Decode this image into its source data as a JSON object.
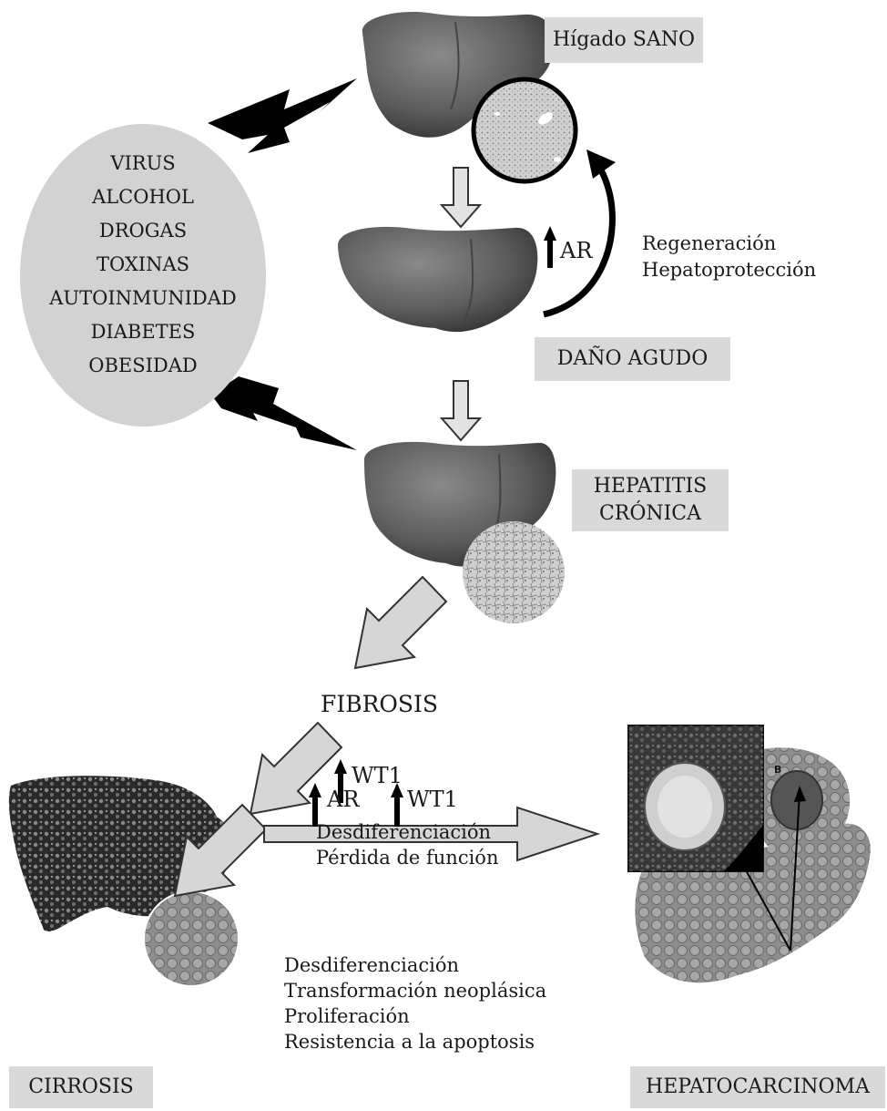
{
  "labels": {
    "healthy": "Hígado SANO",
    "acute": "DAÑO AGUDO",
    "chronic_line1": "HEPATITIS",
    "chronic_line2": "CRÓNICA",
    "cirrhosis": "CIRROSIS",
    "hcc": "HEPATOCARCINOMA"
  },
  "causes": [
    "VIRUS",
    "ALCOHOL",
    "DROGAS",
    "TOXINAS",
    "AUTOINMUNIDAD",
    "DIABETES",
    "OBESIDAD"
  ],
  "regeneration": {
    "marker": "AR",
    "lines": [
      "Regeneración",
      "Hepatoprotección"
    ]
  },
  "fibrosis": "FIBROSIS",
  "wt1_step": {
    "marker": "WT1",
    "lines": [
      "Desdiferenciación",
      "Pérdida de función"
    ]
  },
  "hcc_step": {
    "markers": [
      "AR",
      "WT1"
    ],
    "lines": [
      "Desdiferenciación",
      "Transformación neoplásica",
      "Proliferación",
      "Resistencia a la apoptosis"
    ]
  },
  "hcc_image_letter": "B",
  "colors": {
    "liver": "#5a5a5a",
    "label_bg": "#d9d9d9",
    "arrow_fill": "#d6d6d6",
    "bolt": "#000000"
  }
}
